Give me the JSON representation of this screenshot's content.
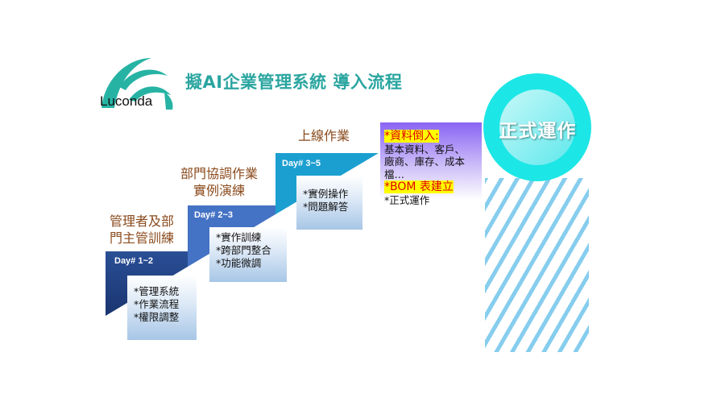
{
  "logo": {
    "text": "Luconda"
  },
  "title": "擬AI企業管理系統  導入流程",
  "phases": [
    {
      "label_lines": [
        "管理者及部",
        "門主管訓練"
      ],
      "day": "Day# 1~2",
      "items": [
        "*管理系統",
        "*作業流程",
        "*權限調整"
      ]
    },
    {
      "label_lines": [
        "部門協調作業",
        "實例演練"
      ],
      "day": "Day# 2~3",
      "items": [
        "*實作訓練",
        "*跨部門整合",
        "*功能微調"
      ]
    },
    {
      "label_lines": [
        "上線作業"
      ],
      "day": "Day# 3~5",
      "items": [
        "*實例操作",
        "*問題解答"
      ]
    }
  ],
  "golive_box": {
    "heading1": "*資料倒入:",
    "lines": [
      "基本資料、客戶、",
      "廠商、庫存、成本",
      "檔…"
    ],
    "heading2": "*BOM 表建立",
    "last": "*正式運作"
  },
  "circle_label": "正式運作",
  "colors": {
    "step1": "#1f3f80",
    "step2": "#4472c4",
    "step3": "#1b9fd0",
    "teal": "#2aa5a0",
    "phase_text": "#8a4a1c"
  }
}
